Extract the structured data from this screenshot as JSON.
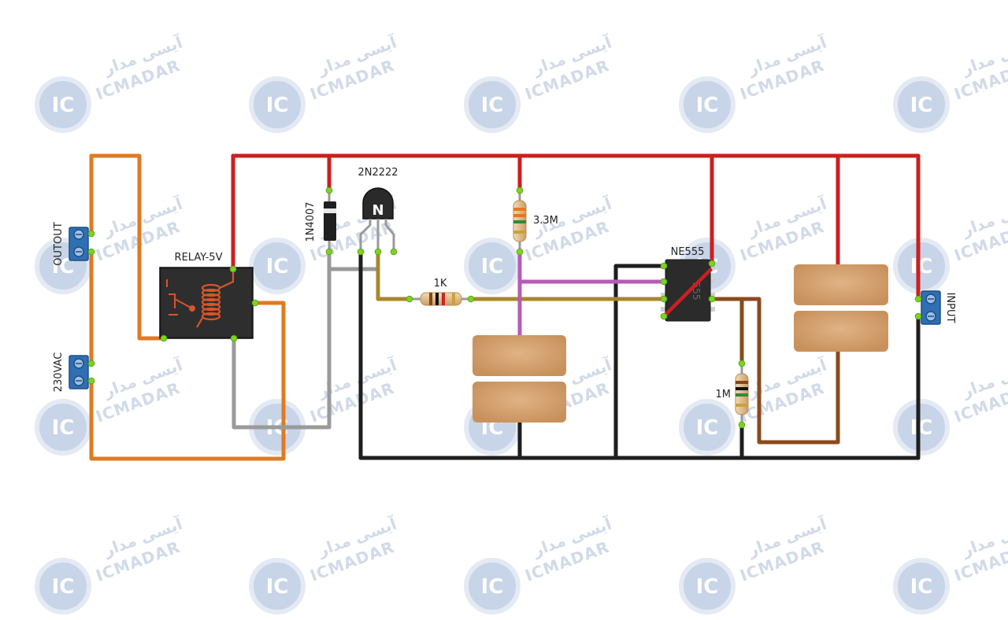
{
  "watermark": {
    "logo_text": "IC",
    "brand": "ICMADAR",
    "brand_fa": "آیسی مدار"
  },
  "labels": {
    "transistor": "2N2222",
    "transistor_mark": "N",
    "diode": "1N4007",
    "relay": "RELAY-5V",
    "r_top": "3.3M",
    "r_mid": "1K",
    "r_bottom": "1M",
    "ic": "NE555",
    "ic_mark": "555",
    "term_output": "OUTOUT",
    "term_mains": "230VAC",
    "term_input": "INPUT"
  },
  "colors": {
    "vcc_wire": "#cc1f1f",
    "gnd_wire": "#1e1e1e",
    "relay_wire": "#e07a22",
    "gray_wire": "#9a9a9a",
    "signal_wire": "#a8862a",
    "purple_wire": "#b65cb8",
    "brown_wire": "#8b4a1c",
    "capacitor": "#d9a775",
    "terminal_block": "#2f6fb3"
  }
}
